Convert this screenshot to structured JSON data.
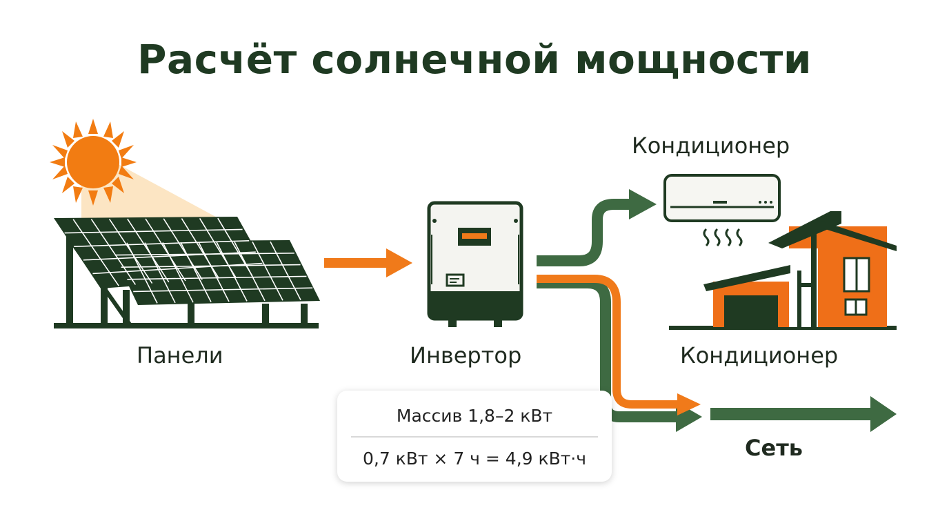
{
  "title": "Расчёт солнечной мощности",
  "labels": {
    "panels": "Панели",
    "inverter": "Инвертор",
    "ac_top": "Кондиционер",
    "house": "Кондиционер",
    "grid": "Сеть"
  },
  "calc": {
    "line1": "Массив 1,8–2 кВт",
    "line2": "0,7 кВт × 7 ч = 4,9 кВт·ч"
  },
  "colors": {
    "dark_green": "#1f3a22",
    "flow_green": "#3e6a42",
    "flow_orange": "#f07a1a",
    "sun_orange": "#f27c12",
    "house_orange": "#ef6f18"
  },
  "icons": [
    "sun-icon",
    "solar-panel-icon",
    "inverter-icon",
    "air-conditioner-icon",
    "house-icon",
    "arrow-icon"
  ]
}
